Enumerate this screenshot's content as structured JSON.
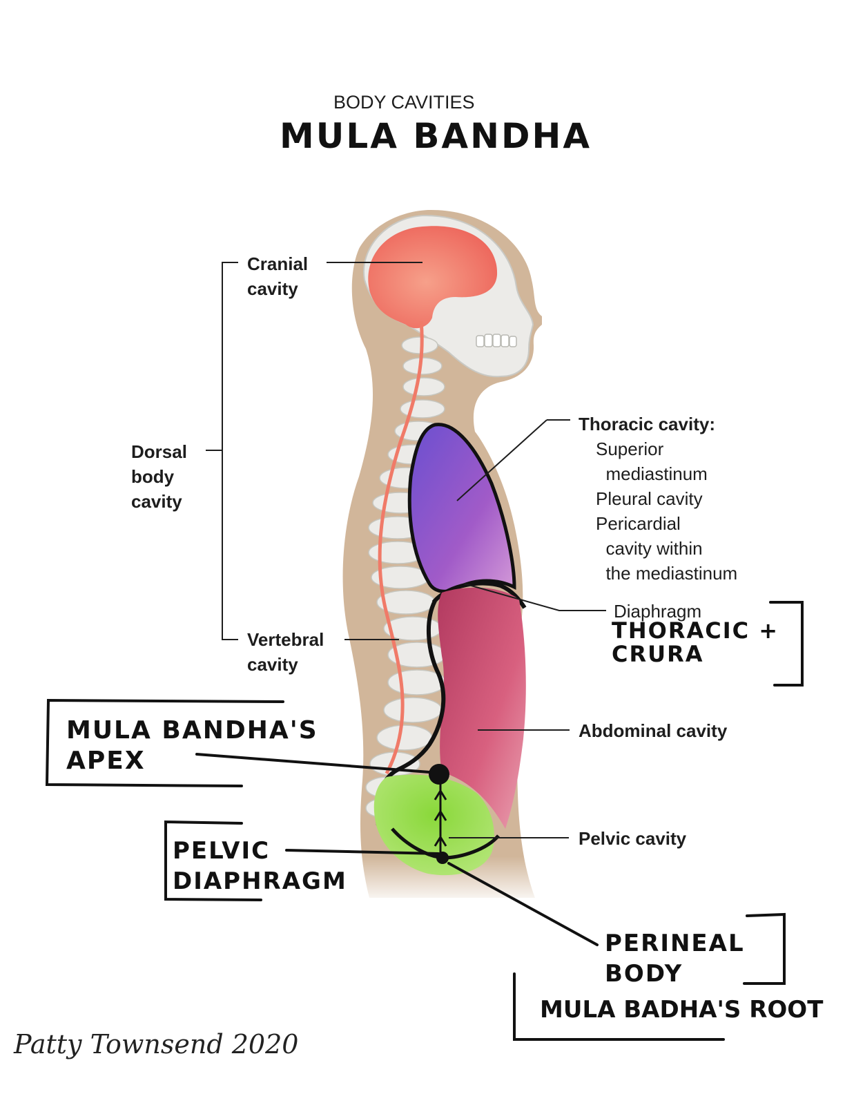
{
  "header": {
    "subtitle": "BODY CAVITIES",
    "title": "MULA BANDHA"
  },
  "labels": {
    "cranial": "Cranial\ncavity",
    "dorsal": "Dorsal\nbody\ncavity",
    "vertebral": "Vertebral\ncavity",
    "thoracic_title": "Thoracic cavity:",
    "thoracic_items": "Superior\n  mediastinum\nPleural cavity\nPericardial\n  cavity within\n  the mediastinum",
    "diaphragm": "Diaphragm",
    "abdominal": "Abdominal cavity",
    "pelvic": "Pelvic cavity"
  },
  "annotations": {
    "thoracic_crura": "THORACIC +\nCRURA",
    "apex": "MULA BANDHA'S\nAPEX",
    "pelvic_diaphragm": "PELVIC\nDIAPHRAGM",
    "perineal_body": "PERINEAL\nBODY",
    "root": "MULA BADHA'S ROOT"
  },
  "signature": "Patty Townsend 2020",
  "colors": {
    "skin": "#d1b69a",
    "brain": "#ee6e60",
    "thoracic": "#8e4fc4",
    "abdominal": "#c84c72",
    "pelvic": "#8fd83a",
    "spinal_cord": "#f07a68",
    "bone": "#ececea"
  }
}
